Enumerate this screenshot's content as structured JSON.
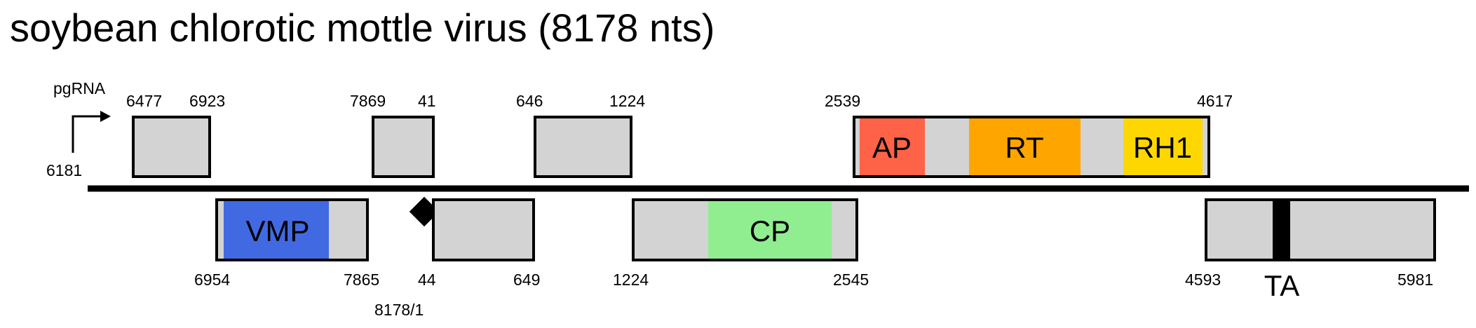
{
  "title": "soybean chlorotic mottle virus (8178 nts)",
  "promoter": {
    "label": "pgRNA",
    "start": "6181"
  },
  "colors": {
    "box_fill": "#d3d3d3",
    "outline": "#000000",
    "AP": "#ff6347",
    "RT": "#ffa500",
    "RH1": "#ffd700",
    "VMP": "#4169e1",
    "CP": "#90ee90"
  },
  "orfs_top": [
    {
      "start": "6477",
      "end": "6923"
    },
    {
      "start": "7869",
      "end": "41"
    },
    {
      "start": "646",
      "end": "1224"
    },
    {
      "start": "2539",
      "end": "4617",
      "domains": [
        "AP",
        "RT",
        "RH1"
      ]
    }
  ],
  "orfs_bottom": [
    {
      "start": "6954",
      "end": "7865",
      "domains": [
        "VMP"
      ]
    },
    {
      "start": "44",
      "end": "649"
    },
    {
      "start": "1224",
      "end": "2545",
      "domains": [
        "CP"
      ]
    },
    {
      "start": "4593",
      "end": "5981",
      "domains": [
        "TA"
      ]
    }
  ],
  "origin_label": "8178/1"
}
